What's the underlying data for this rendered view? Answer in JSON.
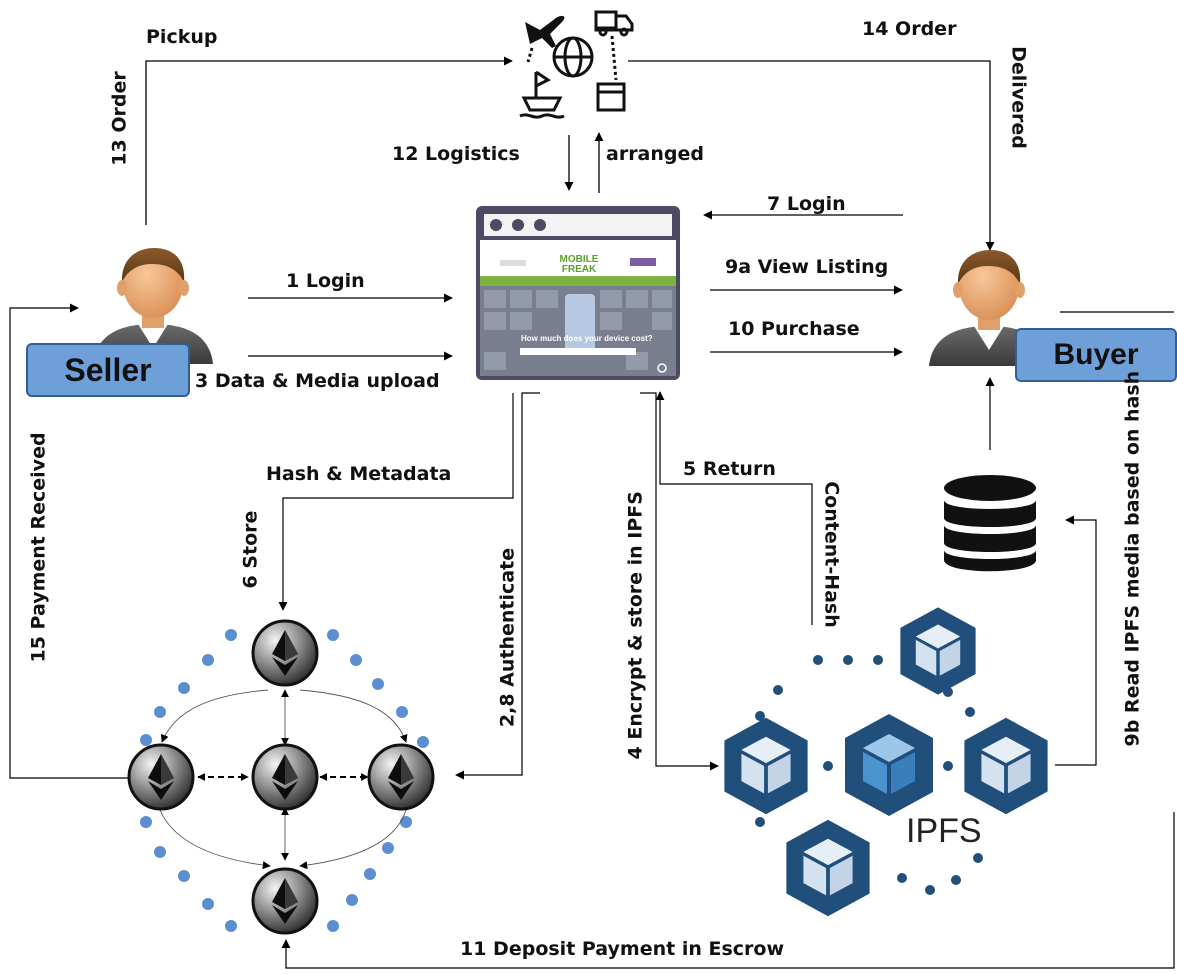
{
  "actors": {
    "seller": "Seller",
    "buyer": "Buyer"
  },
  "website": {
    "brand_line1": "MOBILE",
    "brand_line2": "FREAK",
    "headline": "How much does your device cost?"
  },
  "storage": {
    "ipfs_label": "IPFS"
  },
  "steps": {
    "s1": "1 Login",
    "s3": "3 Data & Media upload",
    "s28": "2,8  Authenticate",
    "s4": "4 Encrypt & store in IPFS",
    "s5": "5 Return",
    "s5b": "Content-Hash",
    "s6": "6 Store",
    "hash_meta": "Hash & Metadata",
    "s7": "7 Login",
    "s9a": "9a View Listing",
    "s9b": "9b Read IPFS media based on hash",
    "s10": "10 Purchase",
    "s11": "11  Deposit Payment in Escrow",
    "s12": "12 Logistics",
    "s12b": "arranged",
    "s13": "13 Order",
    "s13b": "Pickup",
    "s14": "14  Order",
    "s14b": "Delivered",
    "s15": "15 Payment Received"
  },
  "colors": {
    "role_box": "#6f9fd8",
    "ipfs_cube": "#1f4f7a",
    "ipfs_cube_face": "#e6eef6",
    "node_dot": "#5b8fd1",
    "marketplace_frame": "#4f4a63",
    "marketplace_band": "#7cb342"
  },
  "icons": {
    "seller": "person-icon",
    "buyer": "person-icon",
    "logistics": "logistics-icon",
    "marketplace": "browser-window-icon",
    "database": "database-icon",
    "blockchain": "ethereum-node-icon",
    "ipfs": "cube-icon"
  }
}
